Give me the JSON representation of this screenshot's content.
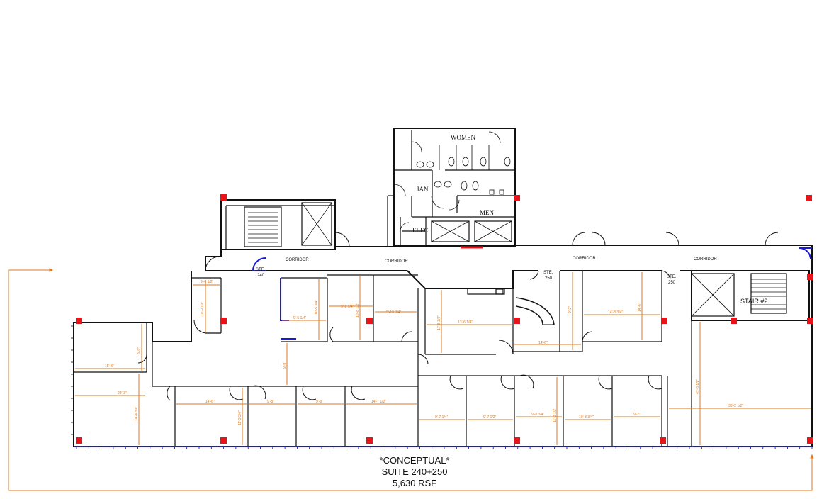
{
  "plan": {
    "room_labels": {
      "women": "WOMEN",
      "men": "MEN",
      "jan": "JAN",
      "elec": "ELEC",
      "stair": "STAIR #2",
      "corridor_1": "CORRIDOR",
      "corridor_2": "CORRIDOR",
      "corridor_3": "CORRIDOR",
      "corridor_4": "CORRIDOR",
      "ste240_a": "STE.",
      "ste240_b": "240",
      "ste250a_a": "STE.",
      "ste250a_b": "250",
      "ste250b_a": "STE.",
      "ste250b_b": "250"
    },
    "dims": {
      "d1": "9'-6 1/2\"",
      "d2": "10'-9 1/4\"",
      "d3": "9'-5 1/4\"",
      "d4": "10'-5 3/4\"",
      "d5": "9'-1 1/4\"",
      "d6": "9'-10 3/4\"",
      "d7": "10'-8 1/2\"",
      "d8": "17'-8 3/4\"",
      "d9": "13'-6 1/4\"",
      "d10": "9'-2\"",
      "d11": "14'-8 3/4\"",
      "d12": "14'-6\"",
      "d13": "15'-8\"",
      "d14": "9'-9\"",
      "d15": "28'-3\"",
      "d16": "14'-4 3/4\"",
      "d17": "9'-9\"",
      "d18": "14'-6\"",
      "d19": "11'-3 3/4\"",
      "d20": "9'-8\"",
      "d21": "9'-8\"",
      "d22": "14'-7 1/2\"",
      "d23": "9'-7 1/4\"",
      "d24": "9'-7 1/2\"",
      "d25": "9'-8 3/4\"",
      "d26": "11'-3 1/2\"",
      "d27": "10'-8 3/4\"",
      "d28": "9'-7\"",
      "d29": "41'-8 1/2\"",
      "d30": "36'-2 1/2\""
    }
  },
  "caption": {
    "line1": "*CONCEPTUAL*",
    "line2": "SUITE 240+250",
    "line3": "5,630 RSF"
  },
  "colors": {
    "walls": "#111111",
    "columns": "#e8141c",
    "dimensions": "#e07a1e",
    "storefront": "#1a1ad8"
  }
}
